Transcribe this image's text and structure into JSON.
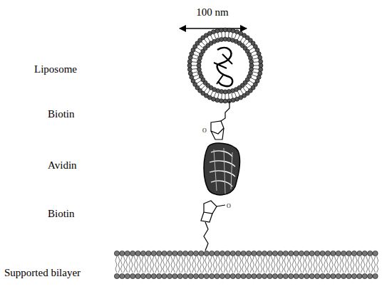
{
  "diagram": {
    "labels": [
      "100 nm",
      "Liposome",
      "Biotin",
      "Avidin",
      "Biotin",
      "Supported bilayer"
    ]
  }
}
